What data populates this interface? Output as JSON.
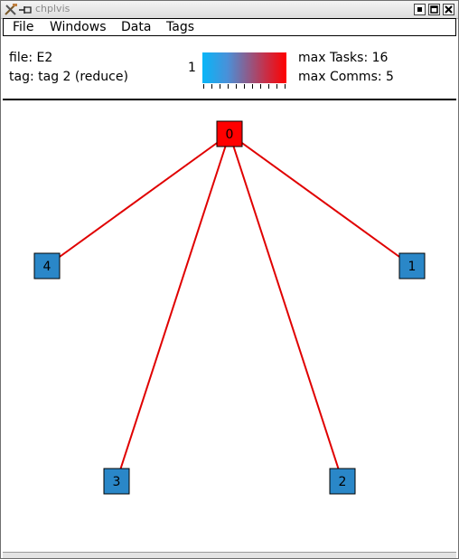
{
  "window": {
    "title": "chplvis"
  },
  "menu": [
    {
      "label": "File"
    },
    {
      "label": "Windows"
    },
    {
      "label": "Data"
    },
    {
      "label": "Tags"
    }
  ],
  "info": {
    "file": "file: E2",
    "tag": "tag: tag 2 (reduce)",
    "legend_min": "1",
    "max_tasks": "max Tasks: 16",
    "max_comms": "max Comms: 5"
  },
  "colors": {
    "edge": "#e00000",
    "root_node": "#ff0000",
    "leaf_node": "#2a87c8",
    "gradient_low": "#08b6f8",
    "gradient_high": "#ff0000"
  },
  "graph": {
    "nodes": [
      {
        "id": "0",
        "role": "root"
      },
      {
        "id": "1",
        "role": "leaf"
      },
      {
        "id": "2",
        "role": "leaf"
      },
      {
        "id": "3",
        "role": "leaf"
      },
      {
        "id": "4",
        "role": "leaf"
      }
    ],
    "edges": [
      {
        "from": "0",
        "to": "4"
      },
      {
        "from": "0",
        "to": "3"
      },
      {
        "from": "0",
        "to": "2"
      },
      {
        "from": "0",
        "to": "1"
      }
    ]
  }
}
